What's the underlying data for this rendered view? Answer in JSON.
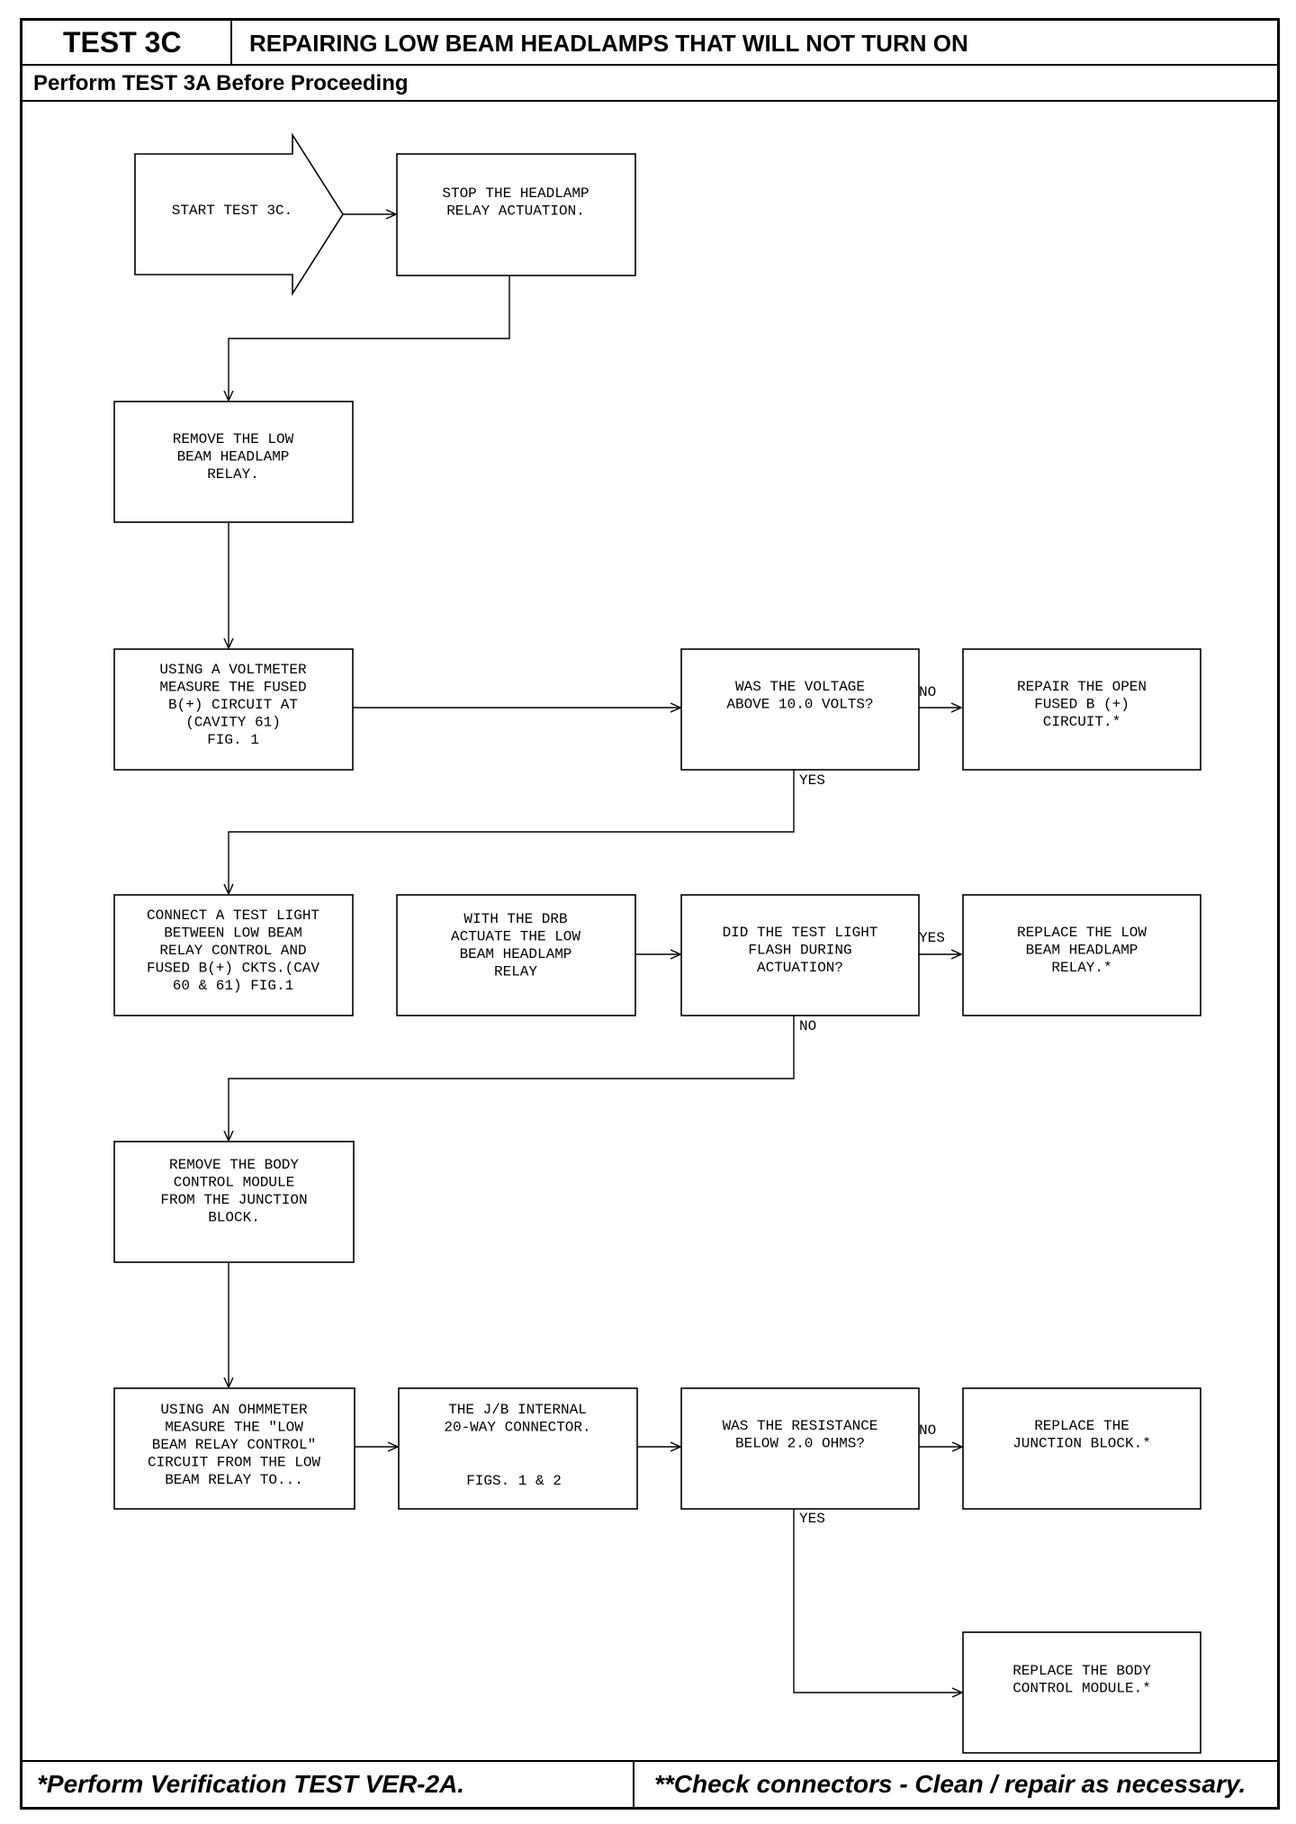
{
  "header": {
    "test_id": "TEST 3C",
    "title": "REPAIRING LOW BEAM HEADLAMPS THAT WILL NOT TURN ON",
    "subtitle": "Perform TEST 3A Before Proceeding"
  },
  "footer": {
    "left": "*Perform Verification TEST VER-2A.",
    "right": "**Check connectors - Clean / repair as necessary."
  },
  "flow": {
    "start": [
      "START TEST 3C."
    ],
    "stop_relay": [
      "STOP THE HEADLAMP",
      "RELAY ACTUATION."
    ],
    "remove_relay": [
      "REMOVE THE LOW",
      "BEAM HEADLAMP",
      "RELAY."
    ],
    "voltmeter": [
      "USING A VOLTMETER",
      "MEASURE THE FUSED",
      "B(+) CIRCUIT AT",
      "(CAVITY 61)",
      "FIG. 1"
    ],
    "voltage_q": [
      "WAS THE VOLTAGE",
      "ABOVE 10.0 VOLTS?"
    ],
    "repair_open": [
      "REPAIR THE OPEN",
      "FUSED B (+)",
      "CIRCUIT.*"
    ],
    "connect_light": [
      "CONNECT A TEST LIGHT",
      "BETWEEN LOW BEAM",
      "RELAY CONTROL AND",
      "FUSED B(+) CKTS.(CAV",
      "60 & 61) FIG.1"
    ],
    "drb_actuate": [
      "WITH THE DRB",
      "ACTUATE THE LOW",
      "BEAM HEADLAMP",
      "RELAY"
    ],
    "flash_q": [
      "DID THE TEST LIGHT",
      "FLASH DURING",
      "ACTUATION?"
    ],
    "replace_relay": [
      "REPLACE THE LOW",
      "BEAM HEADLAMP",
      "RELAY.*"
    ],
    "remove_bcm": [
      "REMOVE THE BODY",
      "CONTROL MODULE",
      "FROM THE JUNCTION",
      "BLOCK."
    ],
    "ohmmeter": [
      "USING AN OHMMETER",
      "MEASURE THE \"LOW",
      "BEAM RELAY CONTROL\"",
      "CIRCUIT FROM THE LOW",
      "BEAM RELAY TO..."
    ],
    "jb_connector": [
      "THE J/B INTERNAL",
      "20-WAY CONNECTOR."
    ],
    "jb_figs": [
      "FIGS. 1 & 2"
    ],
    "resistance_q": [
      "WAS THE RESISTANCE",
      "BELOW 2.0 OHMS?"
    ],
    "replace_jb": [
      "REPLACE THE",
      "JUNCTION BLOCK.*"
    ],
    "replace_bcm": [
      "REPLACE THE BODY",
      "CONTROL MODULE.*"
    ],
    "labels": {
      "voltage_no": "NO",
      "voltage_yes": "YES",
      "flash_yes": "YES",
      "flash_no": "NO",
      "resistance_no": "NO",
      "resistance_yes": "YES"
    }
  }
}
